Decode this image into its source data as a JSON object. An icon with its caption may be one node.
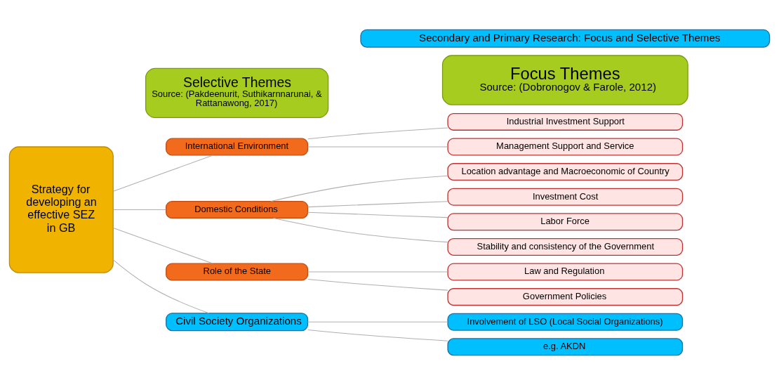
{
  "diagram": {
    "nodes": [
      {
        "text": [
          "Secondary and Primary Research: Focus and Selective Themes"
        ]
      },
      {
        "text": [
          "Selective Themes",
          "Source: (Pakdeenurit, Suthikarnnarunai, & Rattanawong, 2017)"
        ]
      },
      {
        "text": [
          "Focus Themes",
          "Source: (Dobronogov & Farole, 2012)"
        ]
      },
      {
        "text": [
          "Strategy for developing an effective SEZ in GB"
        ]
      },
      {
        "text": [
          "International Environment"
        ]
      },
      {
        "text": [
          "Domestic Conditions"
        ]
      },
      {
        "text": [
          "Role of the State"
        ]
      },
      {
        "text": [
          "Civil Society Organizations"
        ]
      },
      {
        "text": [
          "Industrial Investment Support"
        ]
      },
      {
        "text": [
          "Management Support and Service"
        ]
      },
      {
        "text": [
          "Location advantage and Macroeconomic of Country"
        ]
      },
      {
        "text": [
          "Investment Cost"
        ]
      },
      {
        "text": [
          "Labor Force"
        ]
      },
      {
        "text": [
          "Stability and consistency of the Government"
        ]
      },
      {
        "text": [
          "Law and Regulation"
        ]
      },
      {
        "text": [
          "Government Policies"
        ]
      },
      {
        "text": [
          "Involvement of LSO (Local Social Organizations)"
        ]
      },
      {
        "text": [
          "e.g. AKDN"
        ]
      }
    ],
    "edges": [
      {
        "from": 3,
        "to": 4,
        "arrow": "none"
      },
      {
        "from": 3,
        "to": 5,
        "arrow": "none"
      },
      {
        "from": 3,
        "to": 6,
        "arrow": "none"
      },
      {
        "from": 3,
        "to": 7,
        "arrow": "none"
      },
      {
        "from": 4,
        "to": 8,
        "arrow": "none"
      },
      {
        "from": 4,
        "to": 9,
        "arrow": "none"
      },
      {
        "from": 5,
        "to": 10,
        "arrow": "none"
      },
      {
        "from": 5,
        "to": 11,
        "arrow": "none"
      },
      {
        "from": 5,
        "to": 12,
        "arrow": "none"
      },
      {
        "from": 5,
        "to": 13,
        "arrow": "none"
      },
      {
        "from": 6,
        "to": 14,
        "arrow": "none"
      },
      {
        "from": 6,
        "to": 15,
        "arrow": "none"
      },
      {
        "from": 7,
        "to": 16,
        "arrow": "none"
      },
      {
        "from": 7,
        "to": 17,
        "arrow": "none"
      }
    ]
  }
}
